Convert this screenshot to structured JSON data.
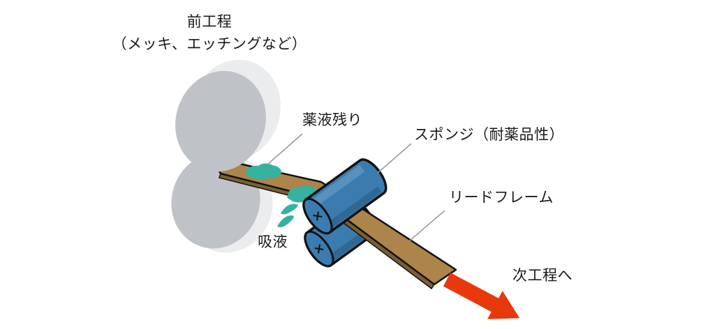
{
  "diagram": {
    "title_line1": "前工程",
    "title_line2": "（メッキ、エッチングなど）",
    "labels": {
      "residue": "薬液残り",
      "sponge": "スポンジ（耐薬品性）",
      "lead_frame": "リードフレーム",
      "absorb": "吸液",
      "next_process": "次工程へ"
    }
  },
  "colors": {
    "roller_face": "#bfc2c6",
    "roller_rim": "#ebecee",
    "belt": "#ad8449",
    "belt_side": "#7b5f33",
    "residue": "#35b2a0",
    "sponge": "#3a7cb0",
    "outline": "#111111",
    "leader": "#999999",
    "arrow": "#e8380d",
    "text": "#1a1a1a"
  }
}
